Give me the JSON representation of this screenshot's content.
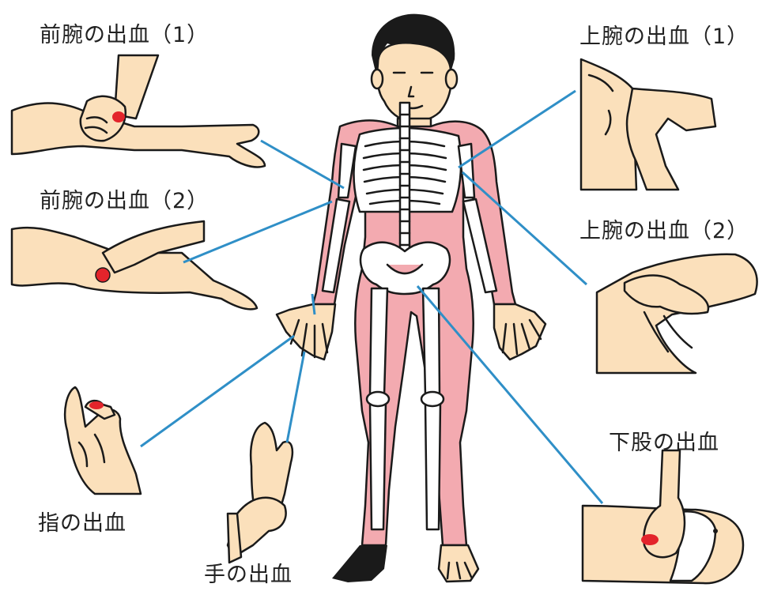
{
  "labels": {
    "forearm_1": "前腕の出血（1）",
    "forearm_2": "前腕の出血（2）",
    "upper_arm_1": "上腕の出血（1）",
    "upper_arm_2": "上腕の出血（2）",
    "thigh": "下股の出血",
    "finger": "指の出血",
    "hand": "手の出血"
  },
  "colors": {
    "skin": "#fbe0bb",
    "body": "#f3aab0",
    "bone": "#ffffff",
    "outline": "#1a1a1a",
    "leader_line": "#2f8fc7",
    "blood": "#e3242b",
    "hair": "#1a1a1a"
  }
}
